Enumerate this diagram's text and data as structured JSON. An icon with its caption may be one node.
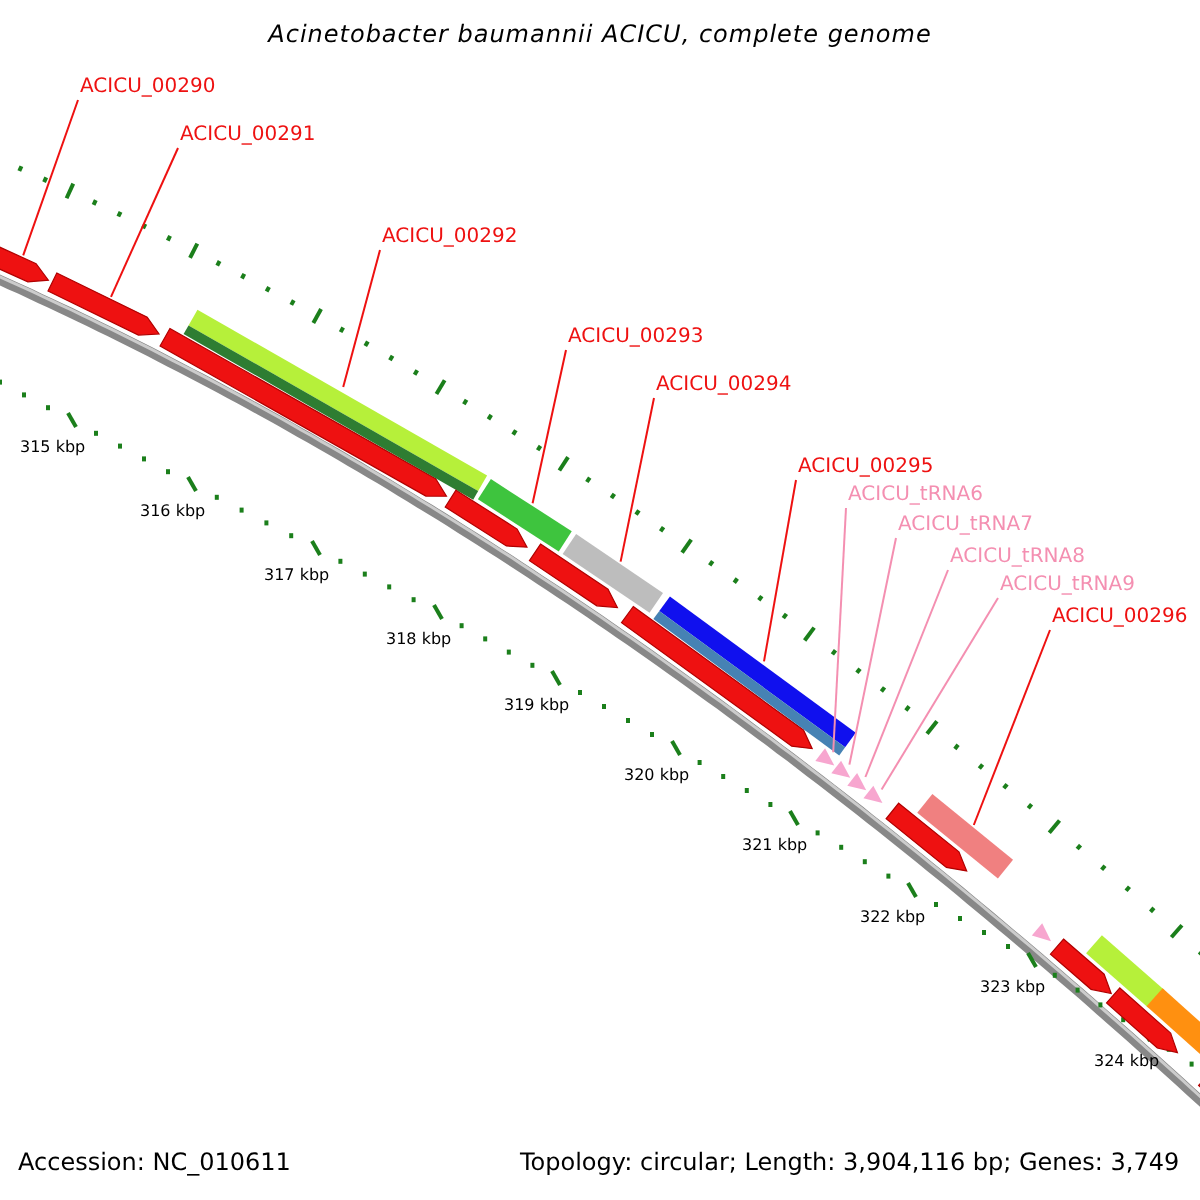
{
  "diagram": {
    "title": "Acinetobacter baumannii ACICU, complete genome",
    "nodes": [
      {
        "text": [
          "ACICU_00290"
        ]
      },
      {
        "text": [
          "ACICU_00291"
        ]
      },
      {
        "text": [
          "ACICU_00292"
        ]
      },
      {
        "text": [
          "ACICU_00293"
        ]
      },
      {
        "text": [
          "ACICU_00294"
        ]
      },
      {
        "text": [
          "ACICU_00295"
        ]
      },
      {
        "text": [
          "ACICU_tRNA6"
        ]
      },
      {
        "text": [
          "ACICU_tRNA7"
        ]
      },
      {
        "text": [
          "ACICU_tRNA8"
        ]
      },
      {
        "text": [
          "ACICU_tRNA9"
        ]
      },
      {
        "text": [
          "ACICU_00296"
        ]
      },
      {
        "text": [],
        "shape": "pentagon"
      },
      {
        "text": [],
        "shape": "pentagon"
      },
      {
        "text": [],
        "shape": "pentagon"
      },
      {
        "text": [],
        "shape": "bar"
      },
      {
        "text": [],
        "shape": "pentagon"
      },
      {
        "text": [],
        "shape": "bar"
      },
      {
        "text": [],
        "shape": "pentagon"
      },
      {
        "text": [],
        "shape": "bar"
      },
      {
        "text": [],
        "shape": "pentagon"
      },
      {
        "text": [],
        "shape": "bar"
      },
      {
        "text": [],
        "shape": "triangle"
      },
      {
        "text": [],
        "shape": "triangle"
      },
      {
        "text": [],
        "shape": "triangle"
      },
      {
        "text": [],
        "shape": "triangle"
      },
      {
        "text": [],
        "shape": "pentagon"
      },
      {
        "text": [],
        "shape": "bar"
      },
      {
        "text": [],
        "shape": "triangle"
      },
      {
        "text": [],
        "shape": "pentagon"
      },
      {
        "text": [],
        "shape": "bar"
      },
      {
        "text": [],
        "shape": "pentagon"
      },
      {
        "text": [],
        "shape": "bar"
      },
      {
        "text": [],
        "shape": "pentagon"
      }
    ],
    "edges": [
      {
        "from": 0,
        "to": 11,
        "arrow": "none"
      },
      {
        "from": 1,
        "to": 12,
        "arrow": "none"
      },
      {
        "from": 2,
        "to": 14,
        "arrow": "none"
      },
      {
        "from": 3,
        "to": 16,
        "arrow": "none"
      },
      {
        "from": 4,
        "to": 18,
        "arrow": "none"
      },
      {
        "from": 5,
        "to": 20,
        "arrow": "none"
      },
      {
        "from": 6,
        "to": 21,
        "arrow": "none",
        "color": "#f48fb1"
      },
      {
        "from": 7,
        "to": 22,
        "arrow": "none",
        "color": "#f48fb1"
      },
      {
        "from": 8,
        "to": 23,
        "arrow": "none",
        "color": "#f48fb1"
      },
      {
        "from": 9,
        "to": 24,
        "arrow": "none",
        "color": "#f48fb1"
      },
      {
        "from": 10,
        "to": 26,
        "arrow": "none"
      }
    ],
    "labels": [
      "315 kbp",
      "316 kbp",
      "317 kbp",
      "318 kbp",
      "319 kbp",
      "320 kbp",
      "321 kbp",
      "322 kbp",
      "323 kbp",
      "324 kbp",
      "Accession: NC_010611",
      "Topology: circular; Length: 3,904,116 bp; Genes: 3,749"
    ]
  }
}
